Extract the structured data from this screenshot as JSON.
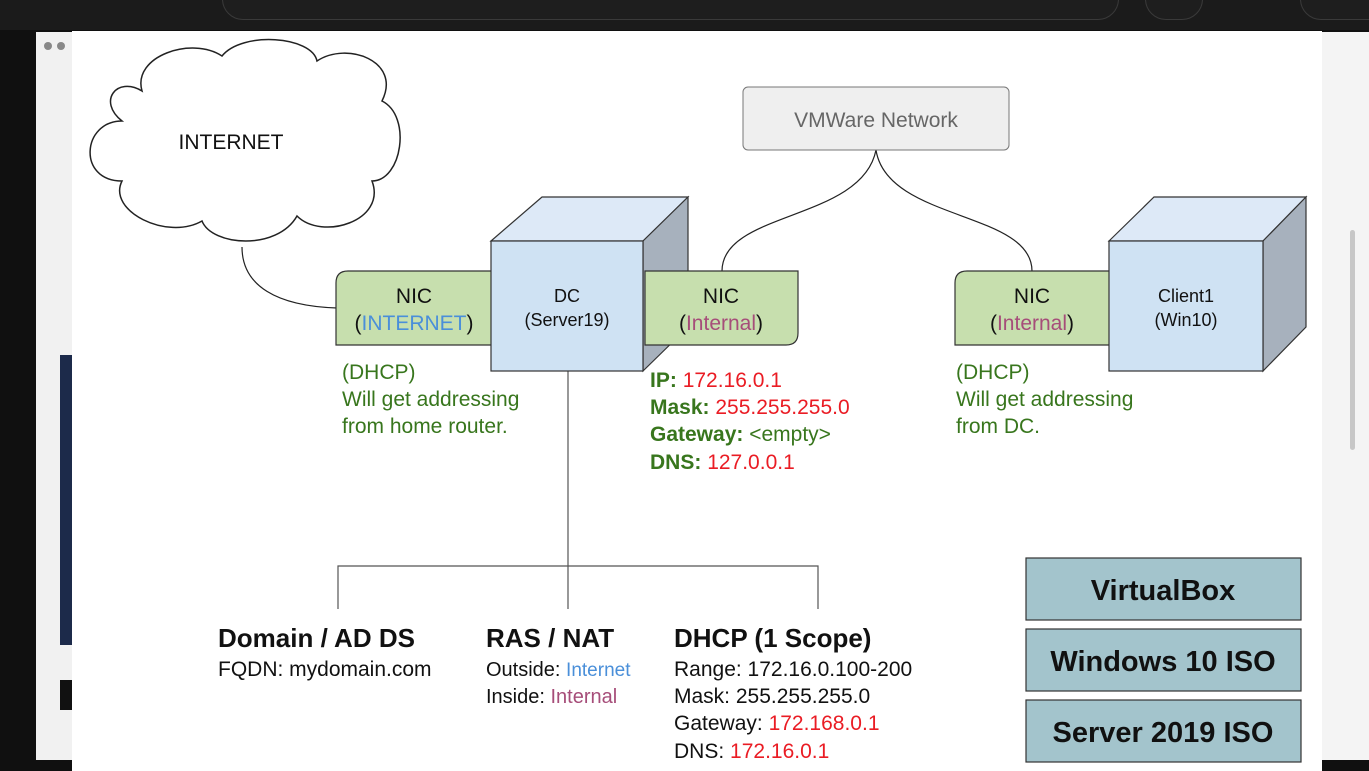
{
  "colors": {
    "green_fill": "#c7dfae",
    "blue_fill": "#cfe2f3",
    "cube_side": "#a7b1bd",
    "cube_top": "#dde9f7",
    "gray_fill": "#efefef",
    "teal_fill": "#a3c4cc",
    "green_text": "#38761d",
    "red_text": "#ea1c24",
    "blue_text": "#4a8fd9",
    "pink_text": "#a64d79"
  },
  "diagram": {
    "cloud_label": "INTERNET",
    "vmware_label": "VMWare Network",
    "dc": {
      "line1": "DC",
      "line2": "(Server19)",
      "nic_ext": {
        "label": "NIC",
        "open": "(",
        "highlight": "INTERNET",
        "close": ")"
      },
      "nic_int": {
        "label": "NIC",
        "open": "(",
        "highlight": "Internal",
        "close": ")"
      },
      "dhcp_note": [
        "(DHCP)",
        "Will get addressing",
        "from home router."
      ],
      "ip": {
        "key": "IP:",
        "value": "172.16.0.1"
      },
      "mask": {
        "key": "Mask:",
        "value": "255.255.255.0"
      },
      "gateway": {
        "key": "Gateway:",
        "value": "<empty>"
      },
      "dns": {
        "key": "DNS:",
        "value": "127.0.0.1"
      }
    },
    "client": {
      "line1": "Client1",
      "line2": "(Win10)",
      "nic": {
        "label": "NIC",
        "open": "(",
        "highlight": "Internal",
        "close": ")"
      },
      "dhcp_note": [
        "(DHCP)",
        "Will get addressing",
        "from DC."
      ]
    },
    "roles": {
      "domain": {
        "title": "Domain / AD DS",
        "line": "FQDN: mydomain.com"
      },
      "ras": {
        "title": "RAS / NAT",
        "outside_key": "Outside:",
        "outside_val": "Internet",
        "inside_key": "Inside:",
        "inside_val": "Internal"
      },
      "dhcp": {
        "title": "DHCP (1 Scope)",
        "range": "Range: 172.16.0.100-200",
        "mask": "Mask: 255.255.255.0",
        "gateway_key": "Gateway:",
        "gateway_val": "172.168.0.1",
        "dns_key": "DNS:",
        "dns_val": "172.16.0.1"
      }
    },
    "resources": [
      "VirtualBox",
      "Windows 10 ISO",
      "Server 2019 ISO"
    ]
  }
}
